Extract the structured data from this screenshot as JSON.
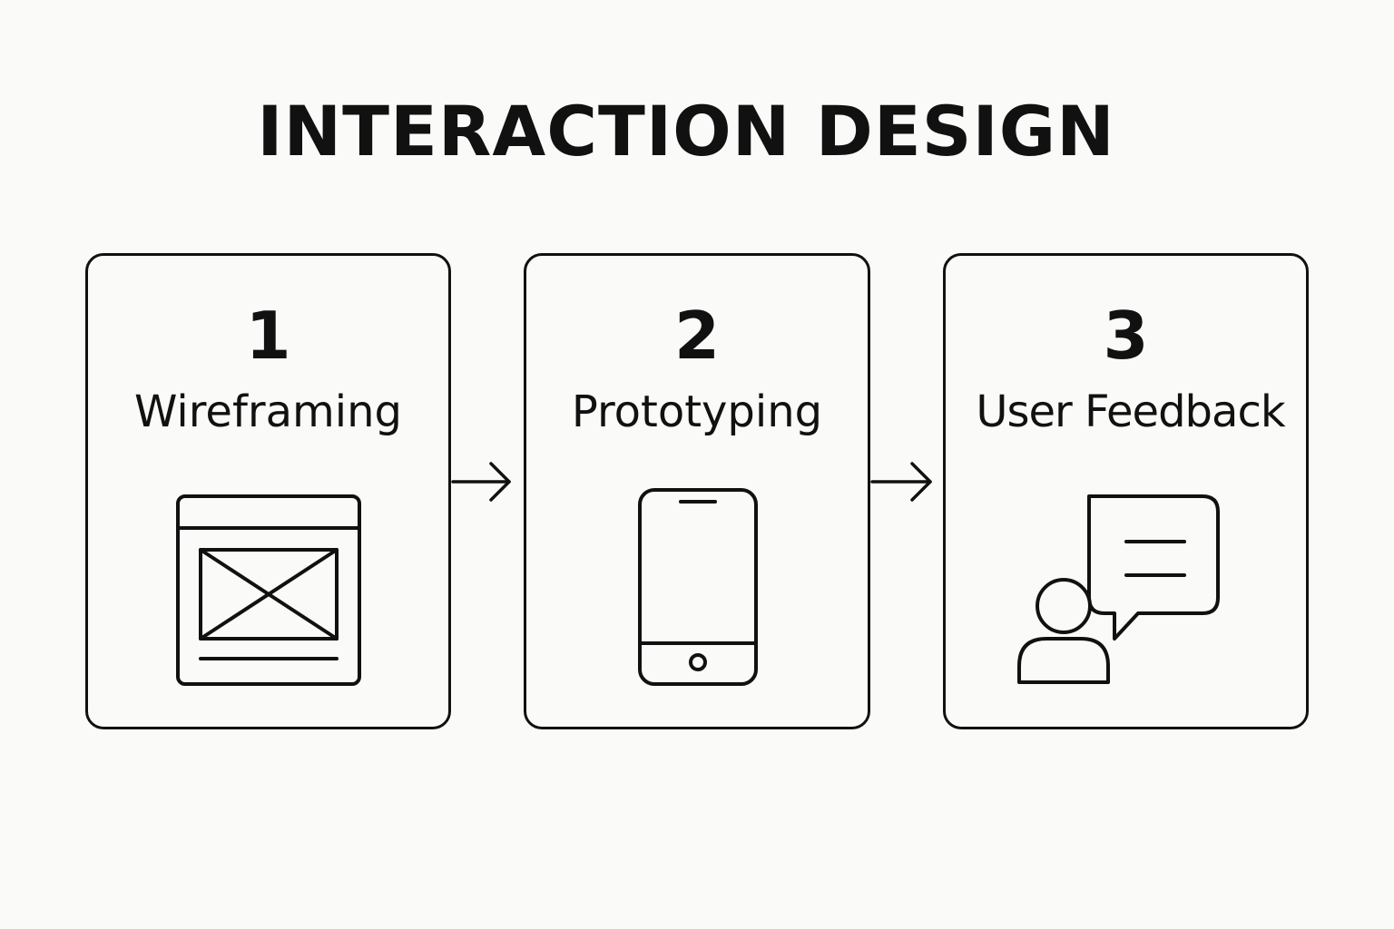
{
  "title": "INTERACTION DESIGN",
  "steps": [
    {
      "number": "1",
      "label": "Wireframing",
      "icon": "wireframe-icon"
    },
    {
      "number": "2",
      "label": "Prototyping",
      "icon": "smartphone-icon"
    },
    {
      "number": "3",
      "label": "User Feedback",
      "icon": "user-feedback-icon"
    }
  ],
  "colors": {
    "background": "#fafaf8",
    "stroke": "#111111"
  }
}
